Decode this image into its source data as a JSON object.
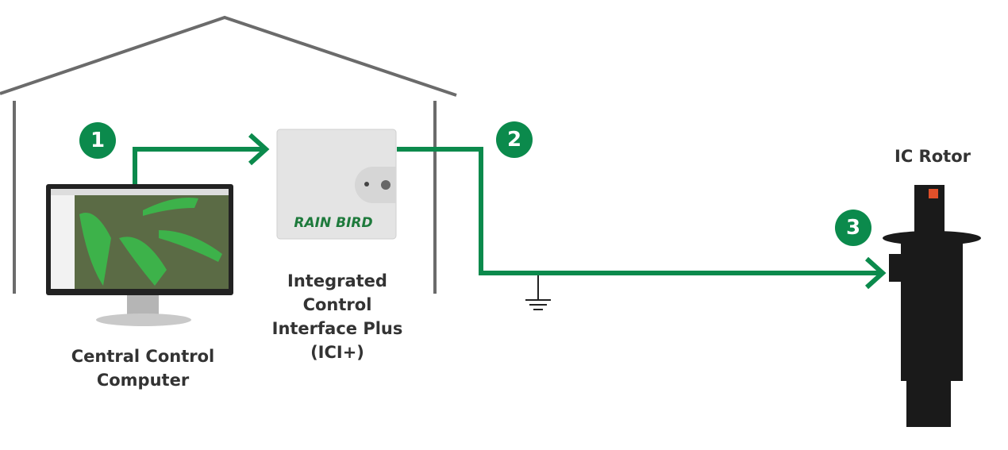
{
  "colors": {
    "accent": "#0b8a4c",
    "house": "#6b6b6b",
    "device": "#1a1a1a"
  },
  "steps": [
    "1",
    "2",
    "3"
  ],
  "labels": {
    "computer": [
      "Central Control",
      "Computer"
    ],
    "interface": [
      "Integrated",
      "Control",
      "Interface Plus",
      "(ICI+)"
    ],
    "rotor": "IC Rotor"
  },
  "logo": "RAIN BIRD"
}
